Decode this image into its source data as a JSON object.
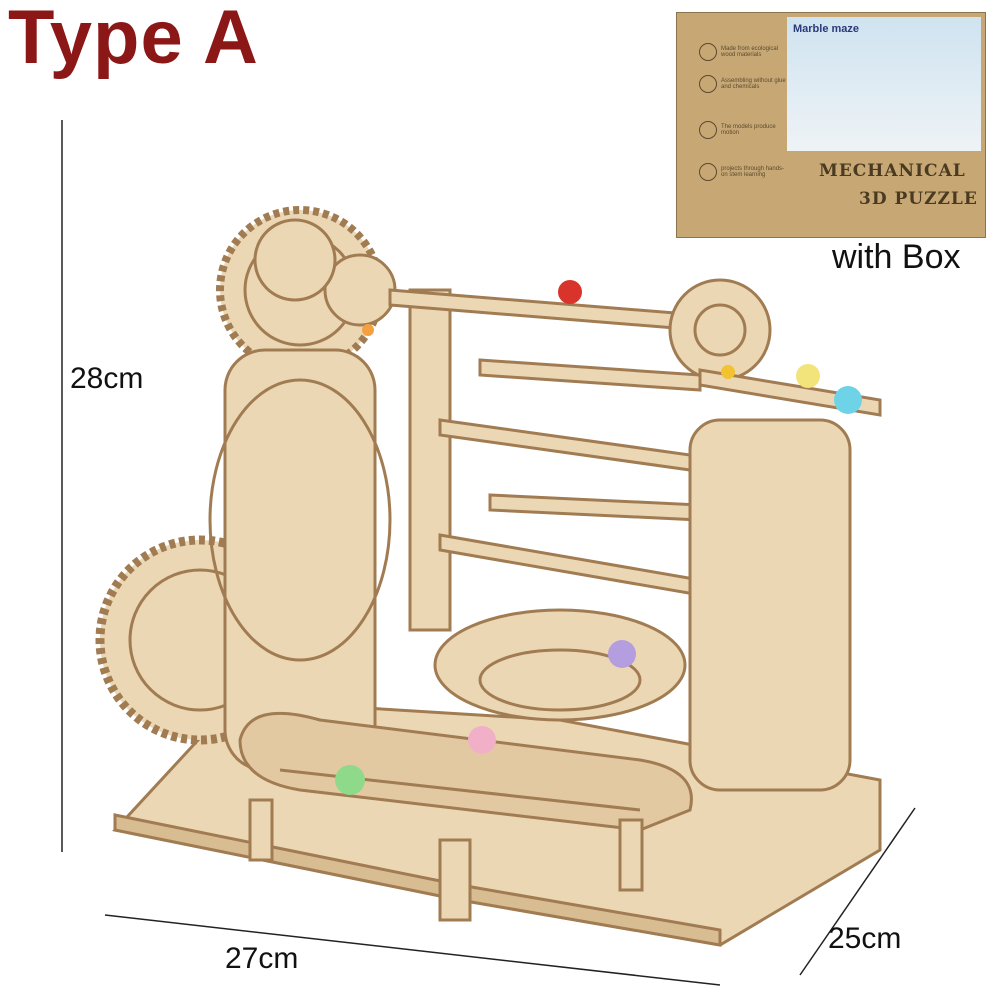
{
  "title": "Type A",
  "box": {
    "photo_title": "Marble maze",
    "features": [
      "Made from ecological wood materials",
      "Assembling without glue and chemicals",
      "The models produce motion",
      "projects through hands-on stem learning"
    ],
    "main_text_line1": "MECHANICAL",
    "main_text_line2": "3D PUZZLE"
  },
  "box_caption": "with Box",
  "dimensions": {
    "height": "28cm",
    "width": "27cm",
    "depth": "25cm"
  },
  "colors": {
    "title": "#8b1717",
    "wood": "#e9d3b0",
    "wood_dark": "#a9845a",
    "marbles": [
      "#d9342b",
      "#f2c230",
      "#f2e47a",
      "#6fd3e8",
      "#b59ee0",
      "#f2b0c8",
      "#8fd98a",
      "#f5a040"
    ]
  }
}
